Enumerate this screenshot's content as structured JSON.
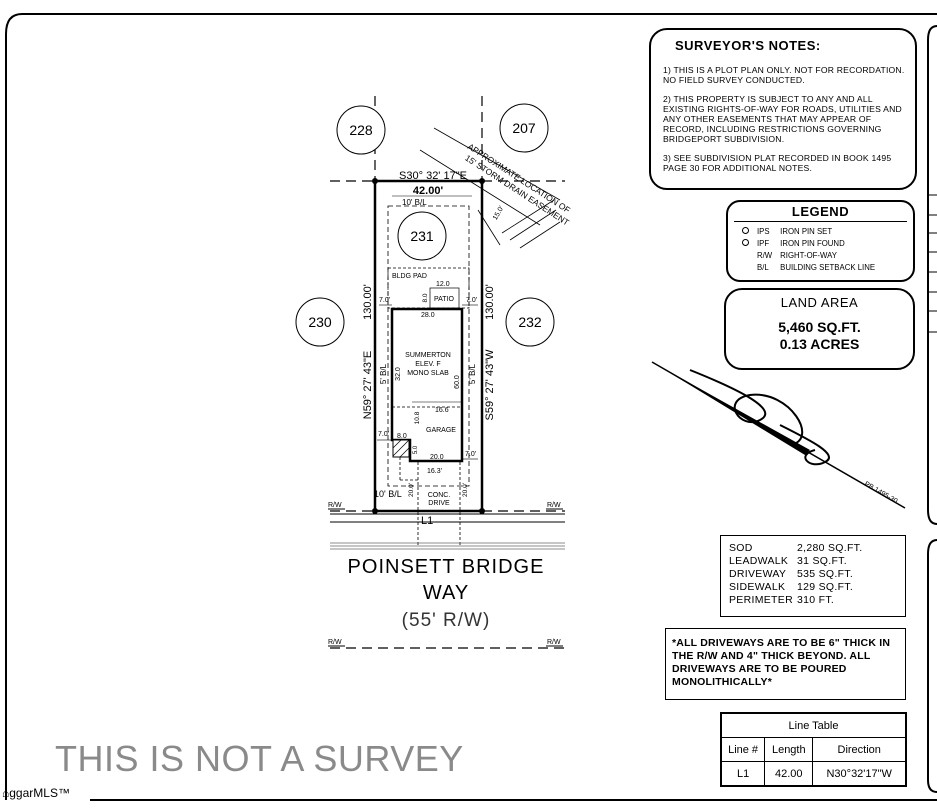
{
  "notes": {
    "title": "SURVEYOR'S NOTES:",
    "n1": "1) THIS IS A PLOT PLAN ONLY. NOT FOR RECORDATION. NO FIELD SURVEY CONDUCTED.",
    "n2": "2) THIS PROPERTY IS SUBJECT TO ANY AND ALL EXISTING RIGHTS-OF-WAY FOR ROADS, UTILITIES AND ANY OTHER EASEMENTS THAT MAY APPEAR OF RECORD, INCLUDING RESTRICTIONS GOVERNING BRIDGEPORT SUBDIVISION.",
    "n3": "3) SEE SUBDIVISION PLAT RECORDED IN BOOK 1495 PAGE 30 FOR ADDITIONAL NOTES."
  },
  "legend": {
    "title": "LEGEND",
    "r1a": "IPS",
    "r1b": "IRON PIN SET",
    "r2a": "IPF",
    "r2b": "IRON PIN FOUND",
    "r3a": "R/W",
    "r3b": "RIGHT-OF-WAY",
    "r4a": "B/L",
    "r4b": "BUILDING SETBACK LINE"
  },
  "land": {
    "title": "LAND AREA",
    "sqft": "5,460 SQ.FT.",
    "acres": "0.13 ACRES"
  },
  "stats": {
    "sod_l": "SOD",
    "sod_v": "2,280 SQ.FT.",
    "lead_l": "LEADWALK",
    "lead_v": "31 SQ.FT.",
    "drv_l": "DRIVEWAY",
    "drv_v": "535 SQ.FT.",
    "side_l": "SIDEWALK",
    "side_v": "129 SQ.FT.",
    "per_l": "PERIMETER",
    "per_v": "310 FT."
  },
  "driveway_note": "*ALL DRIVEWAYS ARE TO BE 6\" THICK IN THE R/W AND 4\" THICK BEYOND. ALL DRIVEWAYS ARE TO BE POURED MONOLITHICALLY*",
  "line_table": {
    "title": "Line Table",
    "h1": "Line #",
    "h2": "Length",
    "h3": "Direction",
    "r1": "L1",
    "r2": "42.00",
    "r3": "N30°32'17\"W"
  },
  "plan": {
    "lot228": "228",
    "lot207": "207",
    "lot231": "231",
    "lot230": "230",
    "lot232": "232",
    "top_bearing": "S30° 32' 17\"E",
    "top_dist": "42.00'",
    "left_bearing": "N59° 27' 43\"E",
    "right_bearing": "S59° 27' 43\"W",
    "left_dist": "130.00'",
    "right_dist": "130.00'",
    "bl_top": "10' B/L",
    "bl_bottom": "10' B/L",
    "bl_left": "5' B/L",
    "bl_right": "5' B/L",
    "easement1": "APPROXIMATE LOCATION OF",
    "easement2": "15' STORM DRAIN EASEMENT",
    "ease_dim": "15.0'",
    "bldg_pad": "BLDG PAD",
    "patio": "PATIO",
    "patio_w": "12.0",
    "patio_d": "8.0",
    "house1": "SUMMERTON",
    "house2": "ELEV. F",
    "house3": "MONO SLAB",
    "house_w": "28.0",
    "dim_32": "32.0",
    "dim_60": "60.0",
    "dim_166": "16.6",
    "dim_108": "10.8",
    "garage": "GARAGE",
    "dim_80": "8.0",
    "dim_50": "5.0",
    "dim_200": "20.0",
    "dim_163": "16.3'",
    "dim_200v": "20.0'",
    "dim_200v2": "20.0'",
    "side_l1": "7.0'",
    "side_r1": "7.0'",
    "side_l2": "7.0'",
    "side_r2": "7.0'",
    "conc1": "CONC.",
    "conc2": "DRIVE",
    "rw_a": "R/W",
    "rw_b": "R/W",
    "rw_c": "R/W",
    "rw_d": "R/W",
    "l1": "L1",
    "pb": "PB 1495-30"
  },
  "street": {
    "name": "POINSETT BRIDGE",
    "way": "WAY",
    "rw": "(55' R/W)"
  },
  "disclaimer": "THIS IS NOT A SURVEY",
  "watermark": "ggarMLS™"
}
